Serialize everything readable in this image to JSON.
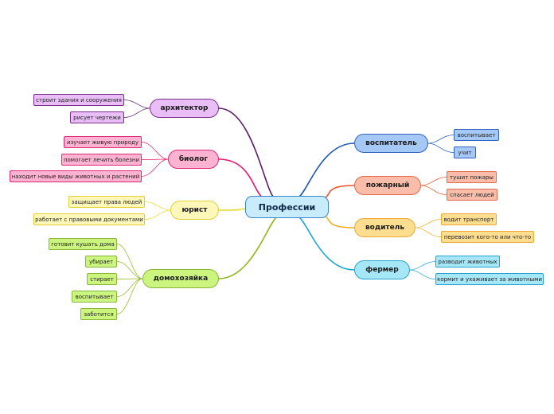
{
  "center": "Профессии",
  "branches": [
    {
      "id": "arkhitektor",
      "label": "архитектор",
      "color": "#5a1a6b",
      "fill": "#e9bdf6",
      "stroke": "#7a2f8c",
      "leaves": [
        "строит здания и сооружения",
        "рисует чертежи"
      ]
    },
    {
      "id": "biolog",
      "label": "биолог",
      "color": "#e8146c",
      "fill": "#fbb3d1",
      "stroke": "#dd2a78",
      "leaves": [
        "изучает живую природу",
        "помогает лечить болезни",
        "находит новые виды животных и растений"
      ]
    },
    {
      "id": "yurist",
      "label": "юрист",
      "color": "#e9d92e",
      "fill": "#fdf7ba",
      "stroke": "#e4cf38",
      "leaves": [
        "защищает права людей",
        "работает с правовыми документами"
      ]
    },
    {
      "id": "domokhozyaika",
      "label": "домохозяйка",
      "color": "#8cb81a",
      "fill": "#ccf57f",
      "stroke": "#8ab73a",
      "leaves": [
        "готовит кушать дома",
        "убирает",
        "стирает",
        "воспитывает",
        "заботится"
      ]
    },
    {
      "id": "vospitatel",
      "label": "воспитатель",
      "color": "#1d57b7",
      "fill": "#a6c8f6",
      "stroke": "#2f63bd",
      "leaves": [
        "воспитывает",
        "учит"
      ]
    },
    {
      "id": "pozharny",
      "label": "пожарный",
      "color": "#e9502a",
      "fill": "#f9bda9",
      "stroke": "#e06a4a",
      "leaves": [
        "тушит пожары",
        "спасает людей"
      ]
    },
    {
      "id": "voditel",
      "label": "водитель",
      "color": "#f1ad20",
      "fill": "#fdde91",
      "stroke": "#eaaa33",
      "leaves": [
        "водит транспорт",
        "перевозит кого-то или что-то"
      ]
    },
    {
      "id": "fermer",
      "label": "фермер",
      "color": "#21a6d9",
      "fill": "#a5e6f7",
      "stroke": "#28a3cf",
      "leaves": [
        "разводит животных",
        "кормит и ухаживает за животными"
      ]
    }
  ]
}
